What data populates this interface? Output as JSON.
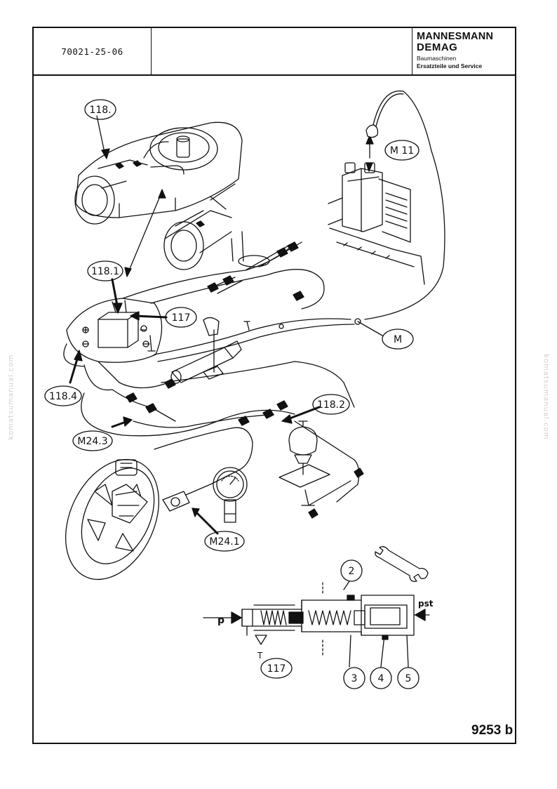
{
  "header": {
    "doc_number": "70021-25-06",
    "brand_line1": "MANNESMANN",
    "brand_line2": "DEMAG",
    "brand_line3": "Baumaschinen",
    "brand_line4": "Ersatzteile und Service"
  },
  "callouts": {
    "c118": "118.",
    "m11": "M 11",
    "c118_1": "118.1",
    "c117_top": "117",
    "m": "M",
    "c118_4": "118.4",
    "m24_3": "M24.3",
    "c118_2": "118.2",
    "m24_1": "M24.1",
    "c2": "2",
    "c3": "3",
    "c4": "4",
    "c5": "5",
    "c117_bottom": "117"
  },
  "valve_labels": {
    "p": "p",
    "pst": "pst",
    "t": "T"
  },
  "figure_number": "9253",
  "figure_suffix": "b",
  "watermark": "komatsumanual.com",
  "colors": {
    "ink": "#111111",
    "paper": "#ffffff",
    "watermark": "#cfcfcf"
  }
}
